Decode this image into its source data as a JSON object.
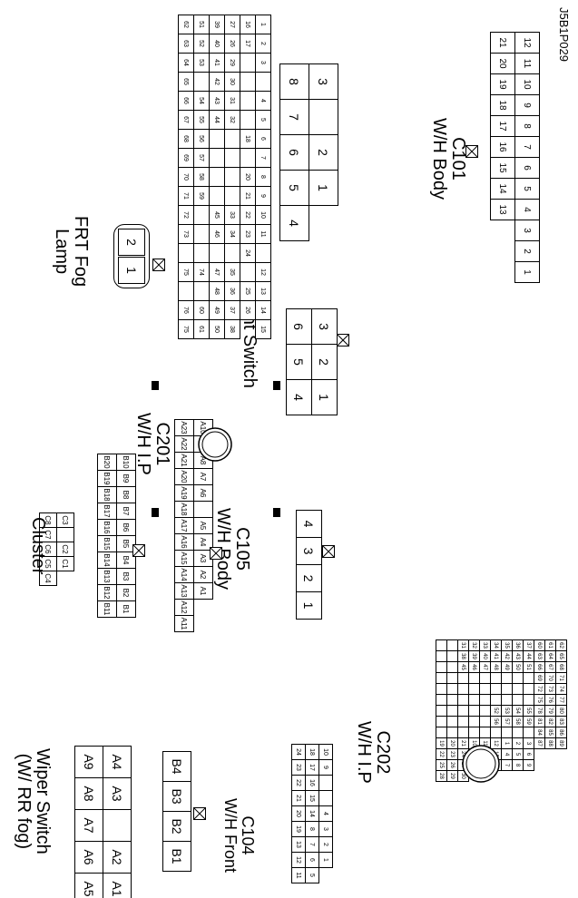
{
  "figure_id": "J5B1P029",
  "connectors": [
    {
      "id": "c101",
      "title_line1": "C101",
      "title_line2": "W/H Body",
      "rows": [
        [
          "12",
          "11",
          "10",
          "9",
          "8",
          "7",
          "6",
          "5",
          "4",
          "3",
          "2",
          "1"
        ],
        [
          "21",
          "20",
          "19",
          "18",
          "17",
          "16",
          "15",
          "14",
          "13"
        ]
      ]
    },
    {
      "id": "rear",
      "title_line1": "Rear Combination",
      "title_line2": "Lamp",
      "rows": [
        [
          "3",
          "",
          "2",
          "1"
        ],
        [
          "8",
          "7",
          "6",
          "5",
          "4"
        ]
      ]
    },
    {
      "id": "frtfog",
      "title_line1": "FRT Fog",
      "title_line2": "Lamp",
      "rows": [
        [
          "2",
          "1"
        ]
      ]
    },
    {
      "id": "light",
      "title_line1": "Light Switch",
      "title_line2": "",
      "rows": [
        [
          "3",
          "2",
          "1"
        ],
        [
          "6",
          "5",
          "4"
        ]
      ]
    },
    {
      "id": "c201",
      "title_line1": "C201",
      "title_line2": "W/H I.P",
      "rows": [
        [
          "1",
          "2",
          "3",
          "",
          "4",
          "5",
          "6",
          "7",
          "8",
          "9",
          "10",
          "11",
          "",
          "12",
          "13",
          "14",
          "15"
        ],
        [
          "16",
          "17",
          "",
          "",
          "",
          "",
          "18",
          "",
          "20",
          "21",
          "22",
          "23",
          "24",
          "",
          "25",
          "26"
        ],
        [
          "27",
          "26",
          "29",
          "30",
          "31",
          "32",
          "",
          "",
          "",
          "",
          "33",
          "34",
          "",
          "35",
          "36",
          "37",
          "38"
        ],
        [
          "39",
          "40",
          "41",
          "42",
          "43",
          "44",
          "",
          "",
          "",
          "",
          "45",
          "46",
          "",
          "47",
          "48",
          "49",
          "50"
        ],
        [
          "51",
          "52",
          "53",
          "",
          "54",
          "55",
          "56",
          "57",
          "58",
          "59",
          "",
          "",
          "",
          "74",
          "",
          "60",
          "61"
        ],
        [
          "62",
          "63",
          "64",
          "65",
          "66",
          "67",
          "68",
          "69",
          "70",
          "71",
          "72",
          "73",
          "",
          "75",
          "",
          "76",
          "75"
        ]
      ]
    },
    {
      "id": "c105",
      "title_line1": "C105",
      "title_line2": "W/H Body",
      "rows": [
        [
          "4",
          "3",
          "2",
          "1"
        ]
      ]
    },
    {
      "id": "a_row",
      "title_line1": "",
      "title_line2": "",
      "rows": [
        [
          "A10",
          "A9",
          "A8",
          "A7",
          "A6",
          "",
          "A5",
          "A4",
          "A3",
          "A2",
          "A1"
        ],
        [
          "A23",
          "A22",
          "A21",
          "A20",
          "A19",
          "A18",
          "A17",
          "A16",
          "A15",
          "A14",
          "A13",
          "A12",
          "A11"
        ]
      ]
    },
    {
      "id": "cluster_b",
      "title_line1": "",
      "title_line2": "",
      "rows": [
        [
          "B10",
          "B9",
          "B8",
          "B7",
          "B6",
          "B5",
          "B4",
          "B3",
          "B2",
          "B1"
        ],
        [
          "B20",
          "B19",
          "B18",
          "B17",
          "B16",
          "B15",
          "B14",
          "B13",
          "B12",
          "B11"
        ]
      ]
    },
    {
      "id": "cluster_c",
      "title_line1": "Cluster",
      "title_line2": "",
      "rows": [
        [
          "C3",
          "",
          "C2",
          "C1"
        ],
        [
          "C8",
          "C7",
          "C6",
          "C5",
          "C4"
        ]
      ]
    },
    {
      "id": "c202",
      "title_line1": "C202",
      "title_line2": "W/H I.P",
      "rows": [
        [
          "62",
          "65",
          "68",
          "71",
          "74",
          "77",
          "80",
          "83",
          "86",
          "89"
        ],
        [
          "61",
          "64",
          "67",
          "70",
          "73",
          "76",
          "79",
          "82",
          "85",
          "88"
        ],
        [
          "60",
          "63",
          "66",
          "69",
          "72",
          "75",
          "78",
          "81",
          "84",
          "87"
        ],
        [
          "37",
          "44",
          "51",
          "",
          "",
          "",
          "55",
          "59",
          "",
          "3",
          "6",
          "9"
        ],
        [
          "36",
          "43",
          "50",
          "",
          "",
          "",
          "54",
          "58",
          "",
          "2",
          "5",
          "8"
        ],
        [
          "35",
          "42",
          "49",
          "",
          "",
          "",
          "53",
          "57",
          "",
          "1",
          "4",
          "7"
        ],
        [
          "34",
          "41",
          "48",
          "",
          "",
          "",
          "52",
          "56",
          "",
          "12",
          "15",
          "18"
        ],
        [
          "33",
          "40",
          "47",
          "",
          "",
          "",
          "",
          "",
          "",
          "11",
          "14",
          "17"
        ],
        [
          "32",
          "39",
          "46",
          "",
          "",
          "",
          "",
          "",
          "",
          "10",
          "13",
          "16"
        ],
        [
          "31",
          "38",
          "45",
          "",
          "",
          "",
          "",
          "",
          "",
          "21",
          "24",
          "27",
          "30"
        ],
        [
          "",
          "",
          "",
          "",
          "",
          "",
          "",
          "",
          "",
          "20",
          "23",
          "26",
          "29"
        ],
        [
          "",
          "",
          "",
          "",
          "",
          "",
          "",
          "",
          "",
          "19",
          "22",
          "25",
          "28"
        ]
      ]
    },
    {
      "id": "c104",
      "title_line1": "C104",
      "title_line2": "W/H Front",
      "rows": [
        [
          "10",
          "9",
          "",
          "",
          "4",
          "3",
          "2",
          "1"
        ],
        [
          "18",
          "17",
          "16",
          "15",
          "14",
          "8",
          "7",
          "6",
          "5"
        ],
        [
          "24",
          "23",
          "22",
          "21",
          "20",
          "19",
          "13",
          "12",
          "11"
        ]
      ]
    },
    {
      "id": "c104b",
      "title_line1": "",
      "title_line2": "",
      "rows": [
        [
          "B4",
          "B3",
          "B2",
          "B1"
        ]
      ]
    },
    {
      "id": "wiper",
      "title_line1": "Wiper Switch",
      "title_line2": "(W/ RR fog)",
      "rows": [
        [
          "A4",
          "A3",
          "",
          "A2",
          "A1"
        ],
        [
          "A9",
          "A8",
          "A7",
          "A6",
          "A5"
        ]
      ]
    }
  ]
}
